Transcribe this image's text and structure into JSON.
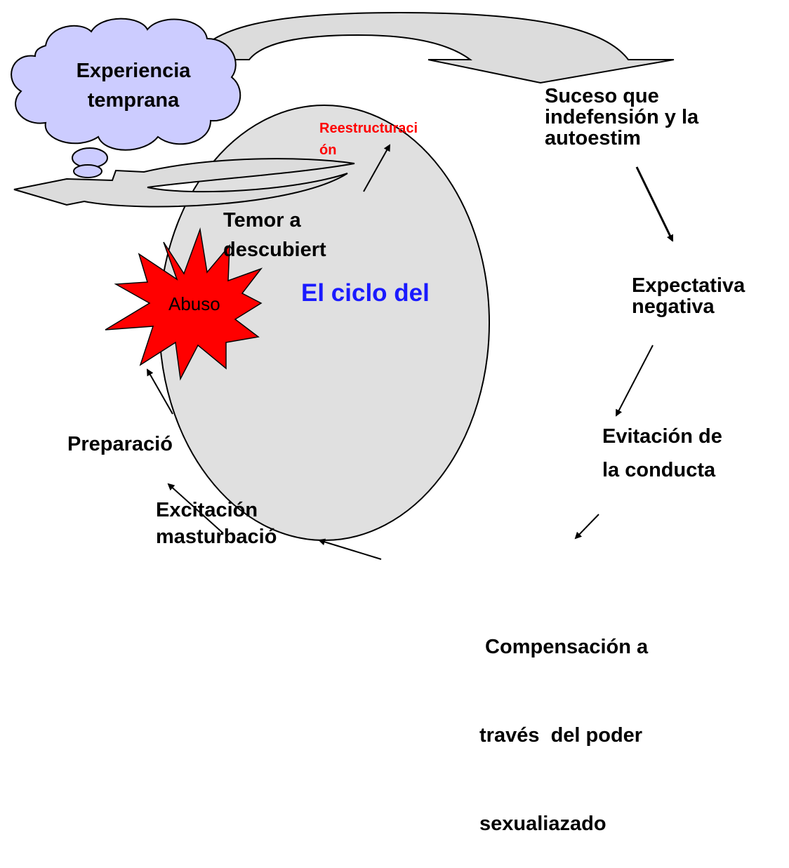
{
  "title": "El ciclo del",
  "cloud": {
    "line1": "Experiencia",
    "line2": "temprana"
  },
  "burst": {
    "label": "Abuso"
  },
  "steps": {
    "reestructuracion": {
      "line1": "Reestructuraci",
      "line2": "ón"
    },
    "suceso": {
      "line1": "Suceso que",
      "line2": "indefensión y la",
      "line3": "autoestim"
    },
    "expectativa": {
      "line1": "Expectativa",
      "line2": "negativa"
    },
    "evitacion": {
      "line1": "Evitación de",
      "line2": "la conducta"
    },
    "compensacion": {
      "line1": " Compensación a",
      "line2": "través  del poder",
      "line3": "sexualiazado"
    },
    "excitacion": {
      "line1": "Excitación",
      "line2": "masturbació"
    },
    "preparacion": {
      "line1": "Preparació"
    },
    "temor": {
      "line1": "Temor a",
      "line2": "descubiert"
    }
  },
  "colors": {
    "circle_fill": "#e0e0e0",
    "arrow_fill": "#dcdcdc",
    "cloud_fill": "#ccccff",
    "burst_fill": "#ff0000",
    "title_color": "#1a1aff",
    "highlight_text": "#ff0000"
  }
}
